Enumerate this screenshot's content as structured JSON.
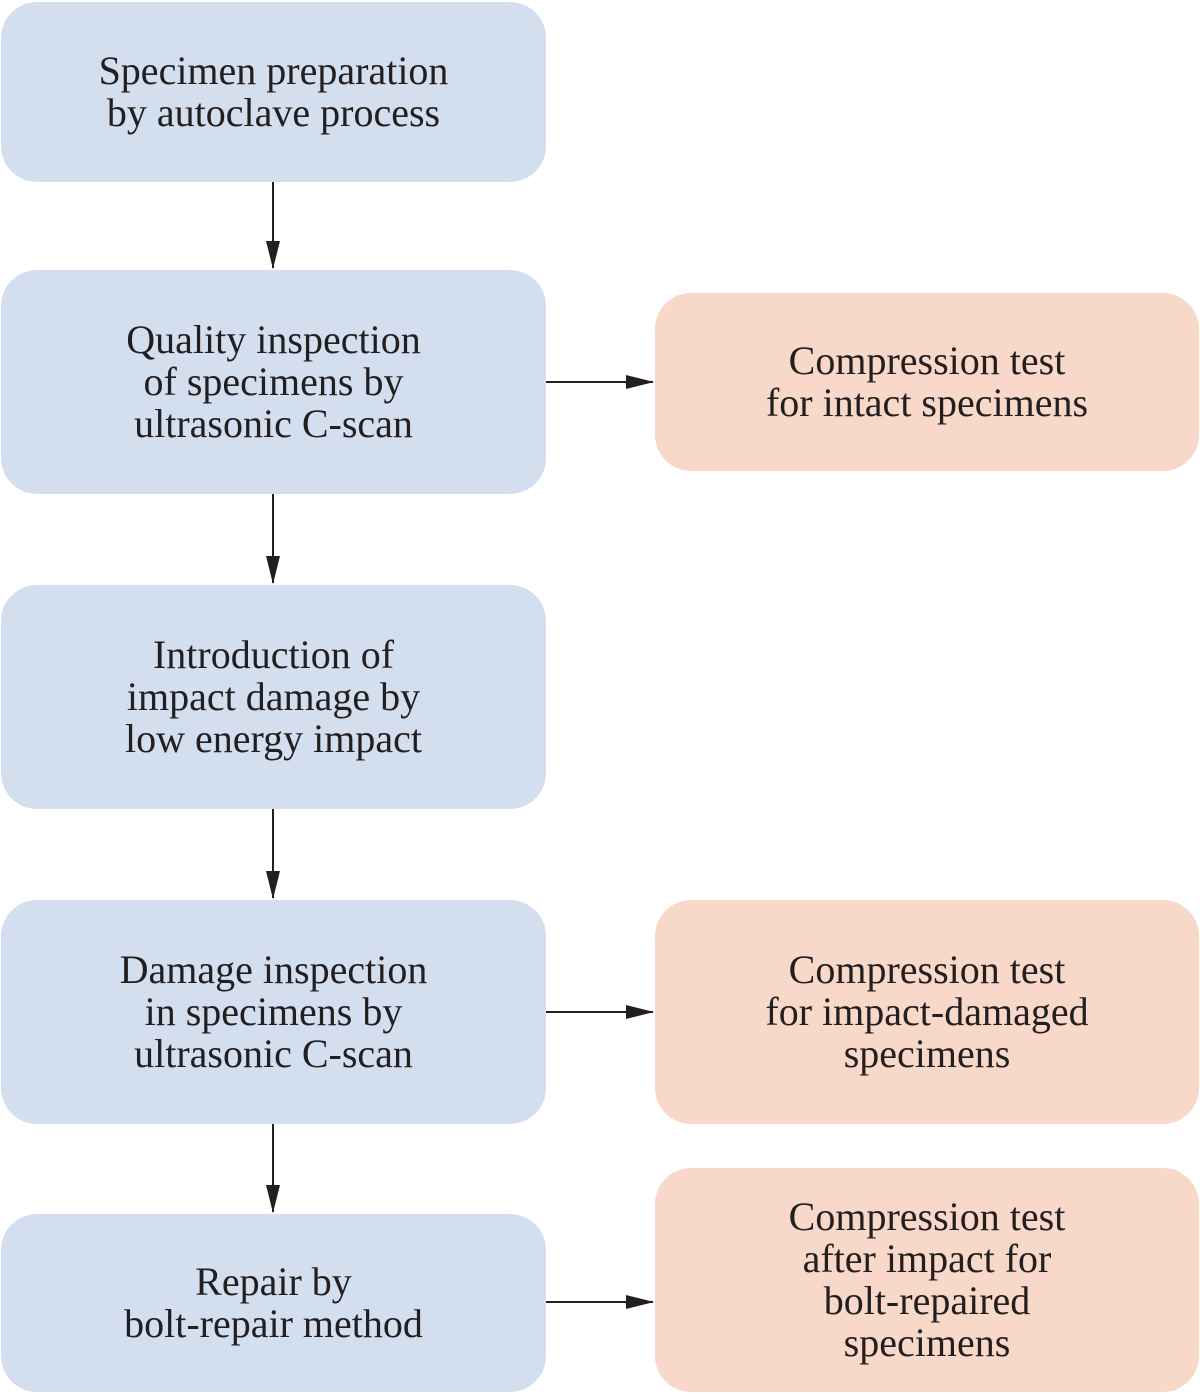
{
  "diagram": {
    "type": "flowchart",
    "colors": {
      "process_fill": "#d3deee",
      "test_fill": "#f7d8c9",
      "arrow": "#231f20",
      "text": "#231f20"
    },
    "process_steps": [
      {
        "id": "prep",
        "text": "Specimen preparation\nby autoclave process"
      },
      {
        "id": "quality",
        "text": "Quality inspection\nof specimens by\nultrasonic C-scan"
      },
      {
        "id": "impact",
        "text": "Introduction of\nimpact damage by\nlow energy impact"
      },
      {
        "id": "damage",
        "text": "Damage inspection\nin specimens by\nultrasonic C-scan"
      },
      {
        "id": "repair",
        "text": "Repair by\nbolt-repair method"
      }
    ],
    "tests": [
      {
        "id": "test-intact",
        "text": "Compression test\nfor intact specimens"
      },
      {
        "id": "test-damaged",
        "text": "Compression test\nfor impact-damaged\nspecimens"
      },
      {
        "id": "test-repaired",
        "text": "Compression test\nafter impact for\nbolt-repaired\nspecimens"
      }
    ],
    "edges": [
      {
        "from": "prep",
        "to": "quality"
      },
      {
        "from": "quality",
        "to": "impact"
      },
      {
        "from": "impact",
        "to": "damage"
      },
      {
        "from": "damage",
        "to": "repair"
      },
      {
        "from": "quality",
        "to": "test-intact"
      },
      {
        "from": "damage",
        "to": "test-damaged"
      },
      {
        "from": "repair",
        "to": "test-repaired"
      }
    ]
  }
}
